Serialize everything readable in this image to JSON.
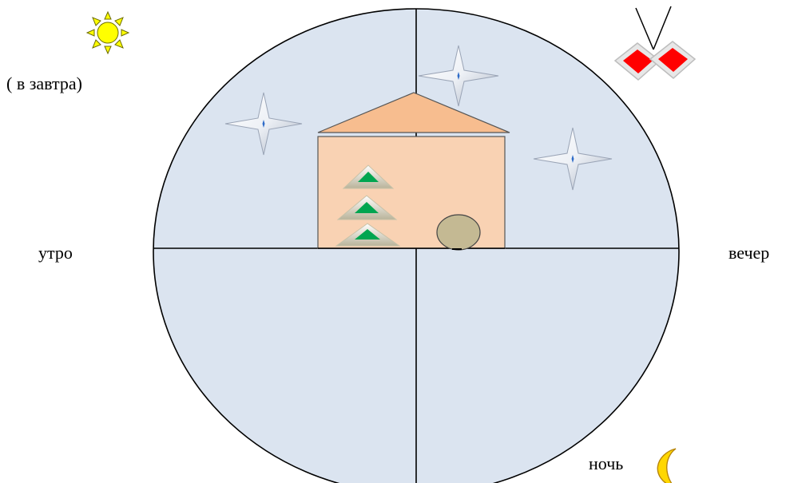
{
  "labels": {
    "tomorrow": "( в завтра)",
    "morning": "утро",
    "evening": "вечер",
    "night": "ночь"
  },
  "colors": {
    "circle_fill": "#dbe4f0",
    "house_fill": "#f9d2b3",
    "roof_fill": "#f7bd8f",
    "tree_green": "#00a550",
    "sun_yellow": "#ffff00",
    "moon_yellow": "#ffd700",
    "diamond_red": "#ff0000",
    "stone_fill": "#c4b993"
  },
  "icons": {
    "sun": "sun-icon",
    "moon": "crescent-moon-icon",
    "star": "four-point-star-icon",
    "tree": "fir-tree-icon",
    "stone": "stone-icon",
    "badge": "diamond-pair-icon"
  }
}
